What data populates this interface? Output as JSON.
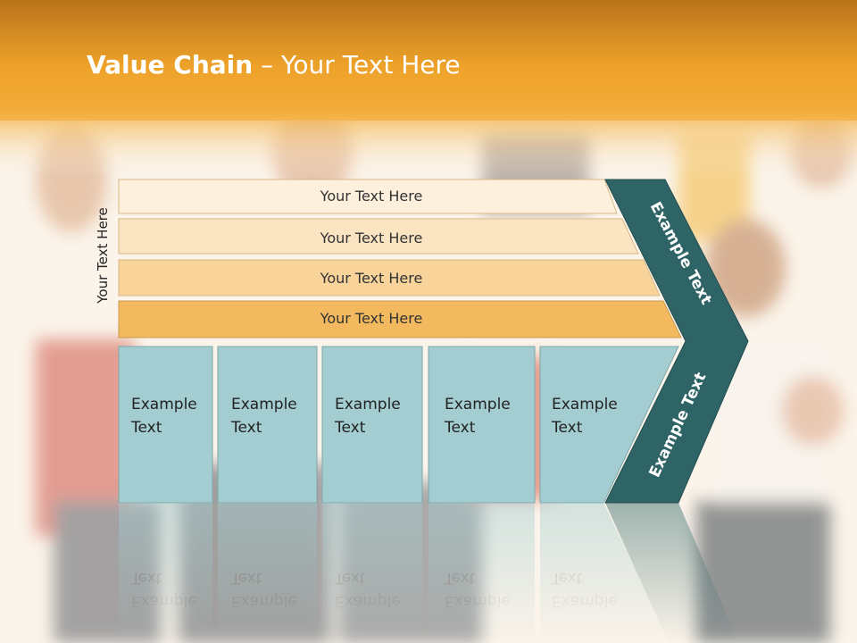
{
  "title": {
    "bold": "Value Chain",
    "rest": " – Your Text Here"
  },
  "side_label": "Your Text Here",
  "bars": [
    {
      "label": "Your Text Here"
    },
    {
      "label": "Your Text Here"
    },
    {
      "label": "Your Text Here"
    },
    {
      "label": "Your Text Here"
    }
  ],
  "boxes": [
    {
      "line1": "Example",
      "line2": "Text"
    },
    {
      "line1": "Example",
      "line2": "Text"
    },
    {
      "line1": "Example",
      "line2": "Text"
    },
    {
      "line1": "Example",
      "line2": "Text"
    },
    {
      "line1": "Example",
      "line2": "Text"
    }
  ],
  "chevron": {
    "upper": "Example Text",
    "lower": "Example Text"
  },
  "colors": {
    "header": "#ef9f20",
    "bar1": "#fdf0dc",
    "bar2": "#fbe4c2",
    "bar3": "#f8d49b",
    "bar4": "#f3b95e",
    "box": "#a3cdd1",
    "chevron": "#2e6466"
  }
}
